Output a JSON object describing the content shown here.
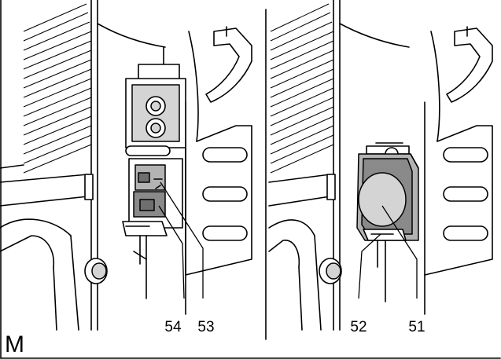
{
  "figure": {
    "letter": "M",
    "left_panel": {
      "callouts": [
        {
          "id": "54",
          "text": "54"
        },
        {
          "id": "53",
          "text": "53"
        }
      ]
    },
    "right_panel": {
      "callouts": [
        {
          "id": "52",
          "text": "52"
        },
        {
          "id": "51",
          "text": "51"
        }
      ]
    }
  },
  "colors": {
    "line": "#000000",
    "background": "#ffffff",
    "light_gray": "#d4d4d4",
    "mid_gray": "#b3b3b3",
    "dark_gray": "#8a8a8a"
  },
  "icons": [
    "vent-grille",
    "carry-handle",
    "socket-outlet",
    "switch-unit",
    "plug-cover",
    "knob"
  ]
}
